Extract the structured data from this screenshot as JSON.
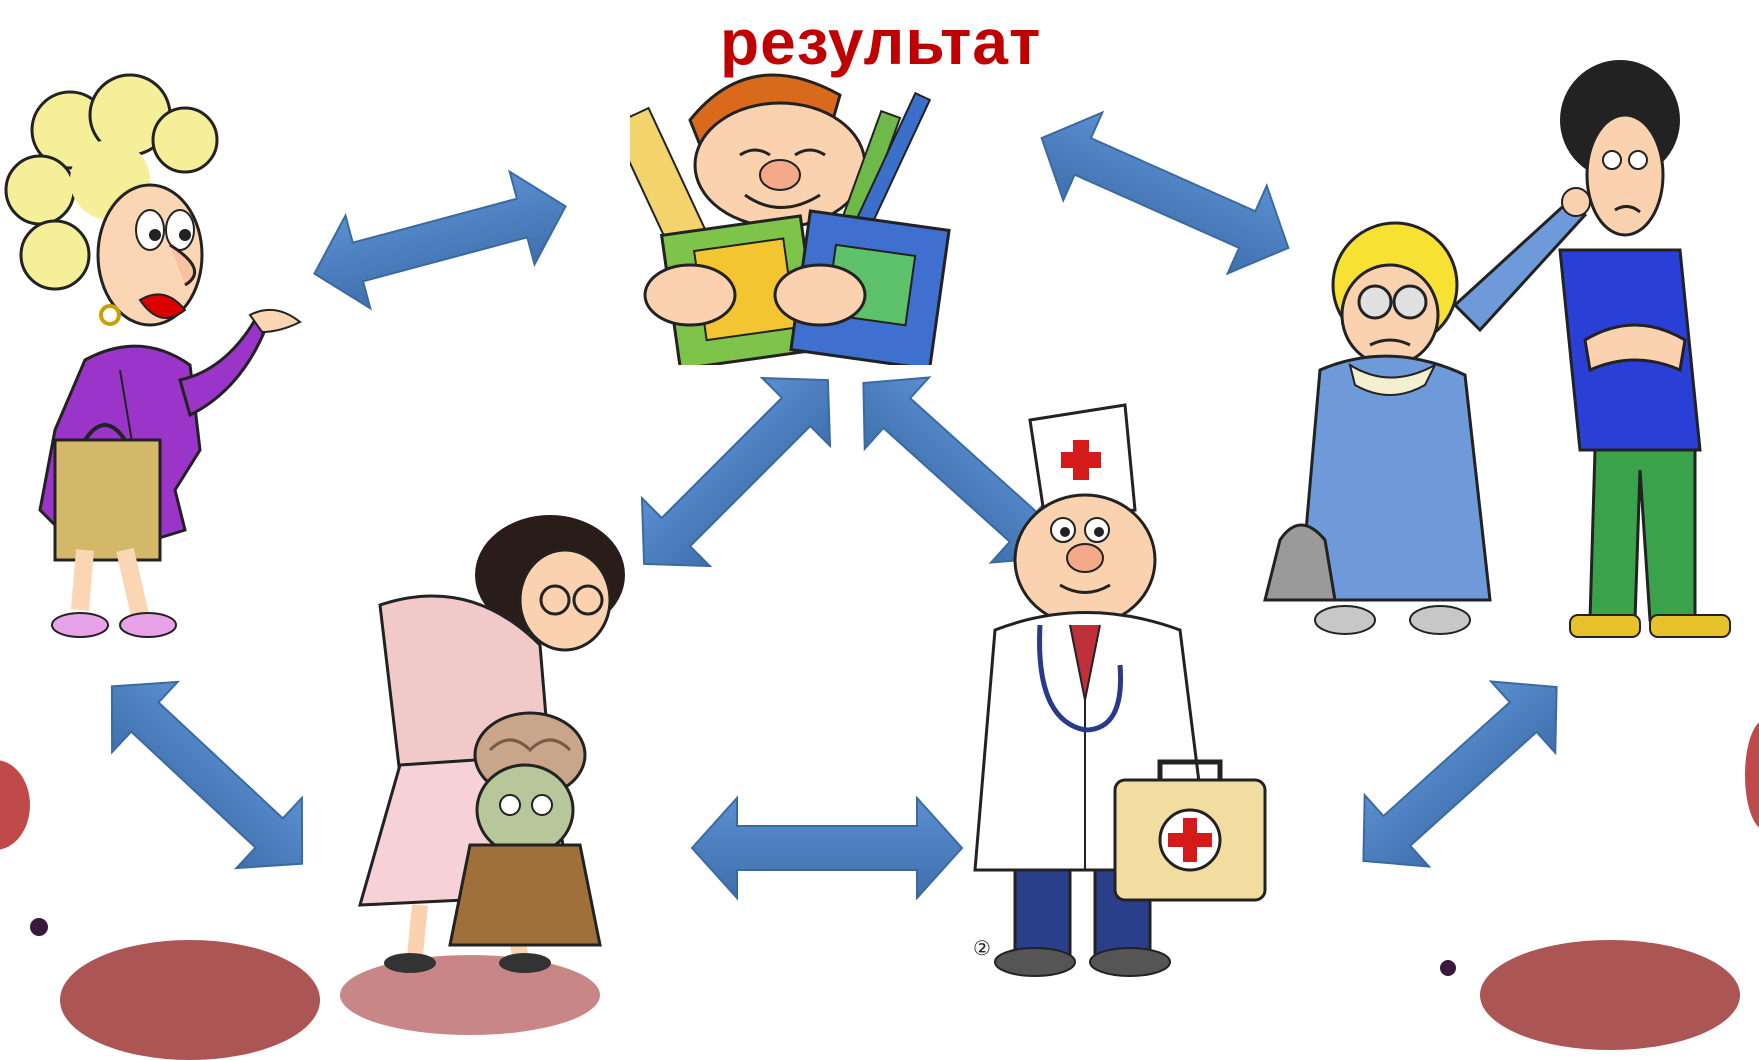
{
  "slide": {
    "title_fragment": "результат",
    "title_color": "#c00000",
    "arrow_color": "#4a7ebb",
    "arrow_stroke": "#3a6aa0"
  },
  "figures": [
    {
      "role": "teacher-woman-with-bag"
    },
    {
      "role": "student-boy-with-books"
    },
    {
      "role": "parent-and-teen"
    },
    {
      "role": "psychologist-with-brain-patient"
    },
    {
      "role": "doctor-with-medical-kit"
    }
  ],
  "figure_labels": {
    "signature": "②"
  }
}
